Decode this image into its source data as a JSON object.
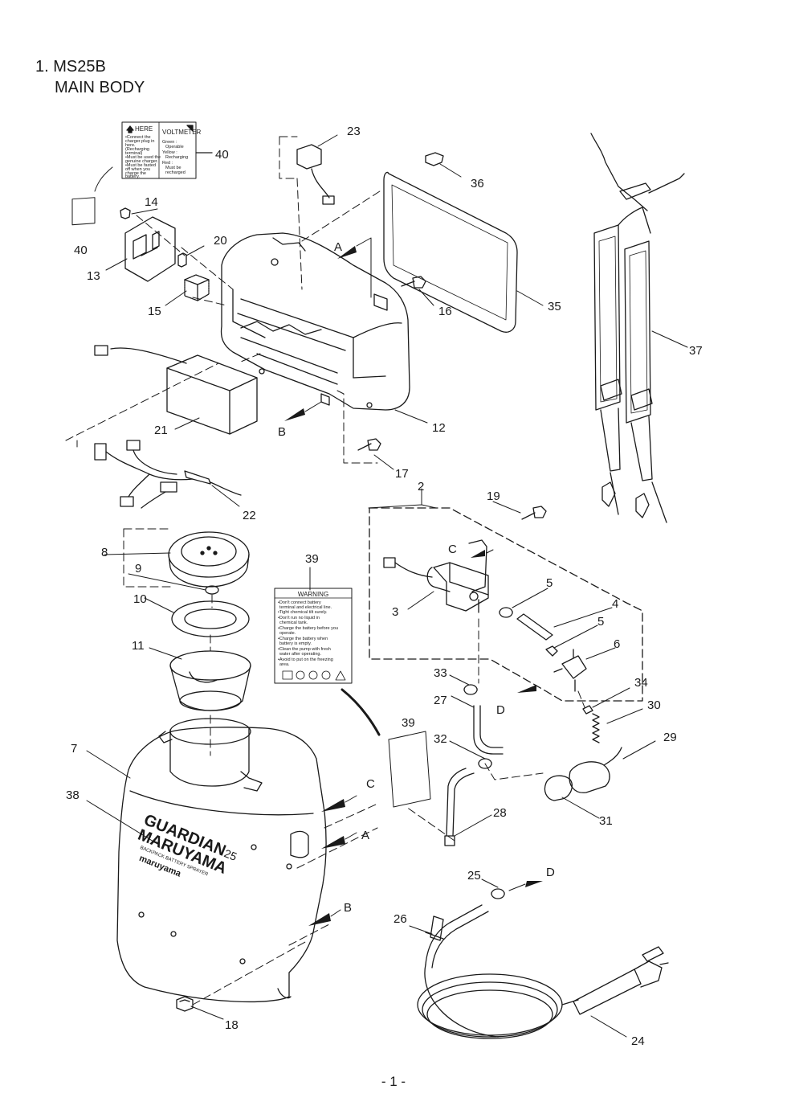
{
  "title": {
    "line1": "1. MS25B",
    "line2": "MAIN BODY"
  },
  "page_number": "- 1 -",
  "callouts": {
    "c2": "2",
    "c3": "3",
    "c4": "4",
    "c5a": "5",
    "c5b": "5",
    "c6": "6",
    "c7": "7",
    "c8": "8",
    "c9": "9",
    "c10": "10",
    "c11": "11",
    "c12": "12",
    "c13": "13",
    "c14": "14",
    "c15": "15",
    "c16": "16",
    "c17": "17",
    "c18": "18",
    "c19": "19",
    "c20": "20",
    "c21": "21",
    "c22": "22",
    "c23": "23",
    "c24": "24",
    "c25": "25",
    "c26": "26",
    "c27": "27",
    "c28": "28",
    "c29": "29",
    "c30": "30",
    "c31": "31",
    "c32": "32",
    "c33": "33",
    "c34": "34",
    "c35": "35",
    "c36": "36",
    "c37": "37",
    "c38": "38",
    "c39a": "39",
    "c39b": "39",
    "c40a": "40",
    "c40b": "40"
  },
  "arrow_letters": {
    "a_top": "A",
    "a_tank": "A",
    "b_top": "B",
    "b_tank": "B",
    "c_pump": "C",
    "c_tank": "C",
    "d_pump": "D",
    "d_hose": "D"
  },
  "label_40": {
    "left_header": "HERE",
    "right_header": "VOLTMETER",
    "left_lines": [
      "•Connect the",
      "charger plug in",
      "here.",
      "(Recharging",
      "terminal)",
      "•Must be used the",
      "genuine charger.",
      "•Must be fasted",
      "off when you",
      "charge the",
      "battery."
    ],
    "right_lines": [
      "Green :",
      "Operable",
      "Yellow :",
      "Recharging",
      "Red :",
      "Must be",
      "recharged"
    ]
  },
  "label_39": {
    "header": "WARNING",
    "lines": [
      "•Don't connect battery",
      "terminal and electrical line.",
      "•Tight chemical tilt surely.",
      "•Don't run no liquid in",
      "chemical tank.",
      "•Charge the battery before you",
      "operate.",
      "•Charge the battery when",
      "battery is empty.",
      "•Clean the pump with fresh",
      "water after operating.",
      "•Avoid to put on the freezing",
      "area."
    ]
  },
  "tank_logo": {
    "brand1": "GUARDIAN",
    "model": "25",
    "brand2": "MARUYAMA",
    "tagline": "BACKPACK BATTERY SPRAYER",
    "maker": "maruyama"
  }
}
